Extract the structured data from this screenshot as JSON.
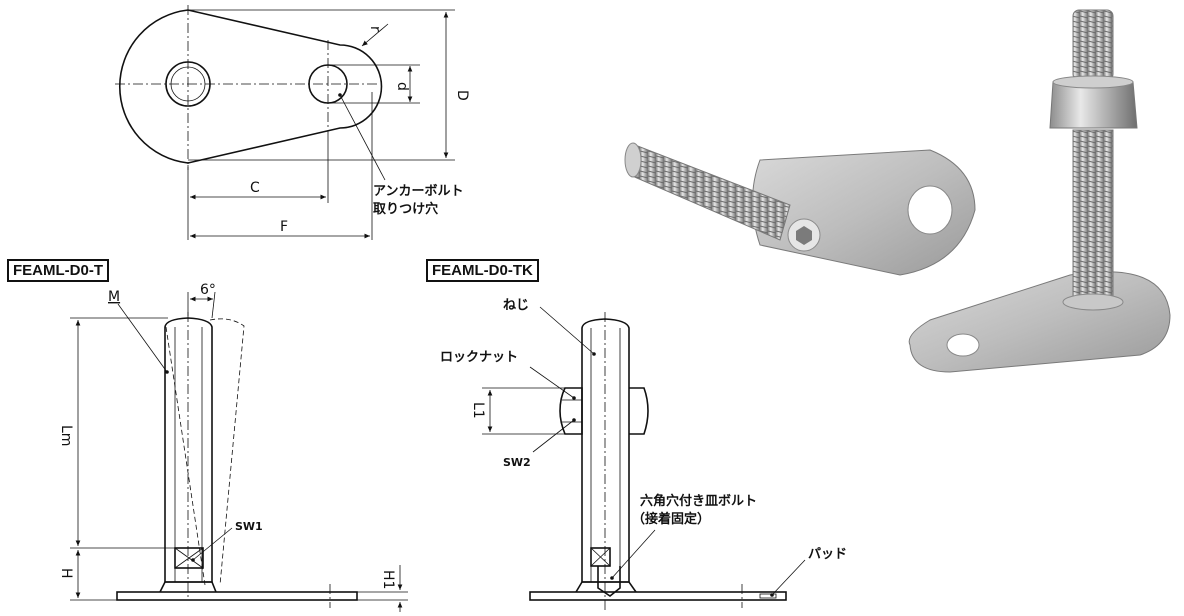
{
  "top_view": {
    "dim_r": "r",
    "dim_d": "d",
    "dim_D": "D",
    "dim_C": "C",
    "dim_F": "F",
    "anchor_label_line1": "アンカーボルト",
    "anchor_label_line2": "取りつけ穴"
  },
  "model_t": {
    "title": "FEAML-D0-T",
    "dim_M": "M",
    "angle": "6°",
    "dim_Lm": "Lm",
    "dim_H": "H",
    "dim_H1": "H1",
    "sw1": "SW1"
  },
  "model_tk": {
    "title": "FEAML-D0-TK",
    "screw": "ねじ",
    "locknut": "ロックナット",
    "dim_L1": "L1",
    "sw2": "SW2",
    "bolt_line1": "六角穴付き皿ボルト",
    "bolt_line2": "（接着固定）",
    "pad": "パッド"
  },
  "icons": [
    "product-photo-flat-leveling-foot",
    "product-photo-leveling-foot-with-nut"
  ]
}
